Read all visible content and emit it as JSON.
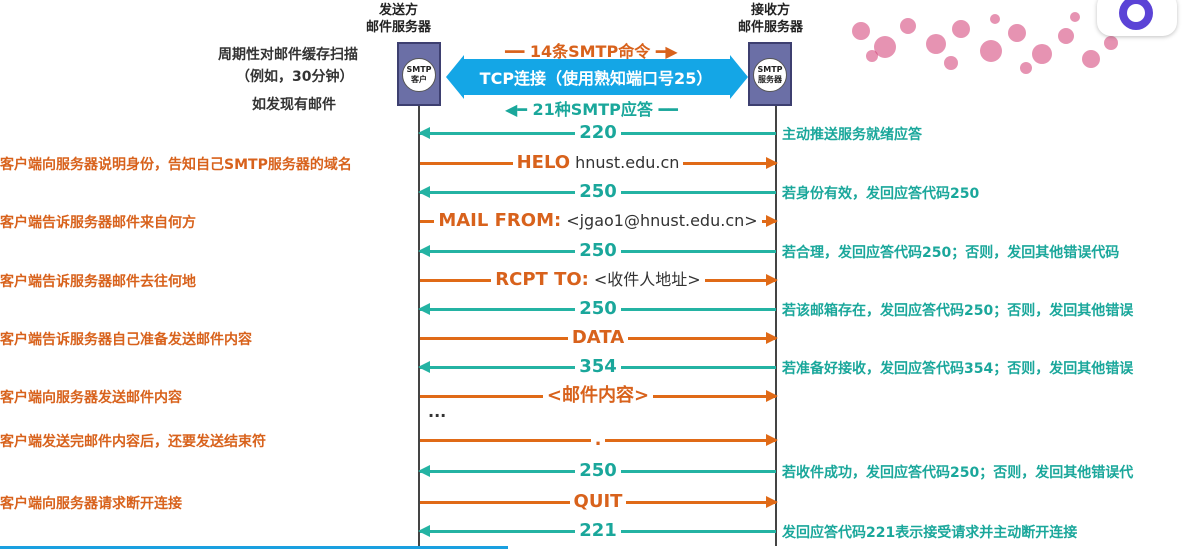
{
  "header": {
    "sender_title": "发送方\n邮件服务器",
    "receiver_title": "接收方\n邮件服务器",
    "note_scan": "周期性对邮件缓存扫描",
    "note_example": "（例如，30分钟）",
    "note_found": "如发现有邮件"
  },
  "servers": {
    "client_label": "SMTP\n客户",
    "server_label": "SMTP\n服务器"
  },
  "connection": {
    "commands": "14条SMTP命令",
    "tcp": "TCP连接（使用熟知端口号25）",
    "replies": "21种SMTP应答"
  },
  "messages": [
    {
      "dir": "left",
      "main": "220",
      "extra": "",
      "left_note": "",
      "right_note": "主动推送服务就绪应答"
    },
    {
      "dir": "right",
      "main": "HELO",
      "extra": "hnust.edu.cn",
      "left_note": "客户端向服务器说明身份，告知自己SMTP服务器的域名",
      "right_note": ""
    },
    {
      "dir": "left",
      "main": "250",
      "extra": "",
      "left_note": "",
      "right_note": "若身份有效，发回应答代码250"
    },
    {
      "dir": "right",
      "main": "MAIL FROM:",
      "extra": "<jgao1@hnust.edu.cn>",
      "left_note": "客户端告诉服务器邮件来自何方",
      "right_note": ""
    },
    {
      "dir": "left",
      "main": "250",
      "extra": "",
      "left_note": "",
      "right_note": "若合理，发回应答代码250；否则，发回其他错误代码"
    },
    {
      "dir": "right",
      "main": "RCPT TO:",
      "extra": "<收件人地址>",
      "left_note": "客户端告诉服务器邮件去往何地",
      "right_note": ""
    },
    {
      "dir": "left",
      "main": "250",
      "extra": "",
      "left_note": "",
      "right_note": "若该邮箱存在，发回应答代码250；否则，发回其他错误"
    },
    {
      "dir": "right",
      "main": "DATA",
      "extra": "",
      "left_note": "客户端告诉服务器自己准备发送邮件内容",
      "right_note": ""
    },
    {
      "dir": "left",
      "main": "354",
      "extra": "",
      "left_note": "",
      "right_note": "若准备好接收，发回应答代码354；否则，发回其他错误"
    },
    {
      "dir": "right",
      "main": "<邮件内容>",
      "extra": "",
      "left_note": "客户端向服务器发送邮件内容",
      "right_note": ""
    },
    {
      "dir": "right",
      "main": ".",
      "extra": "",
      "left_note": "客户端发送完邮件内容后，还要发送结束符",
      "right_note": ""
    },
    {
      "dir": "left",
      "main": "250",
      "extra": "",
      "left_note": "",
      "right_note": "若收件成功，发回应答代码250；否则，发回其他错误代"
    },
    {
      "dir": "right",
      "main": "QUIT",
      "extra": "",
      "left_note": "客户端向服务器请求断开连接",
      "right_note": ""
    },
    {
      "dir": "left",
      "main": "221",
      "extra": "",
      "left_note": "",
      "right_note": "发回应答代码221表示接受请求并主动断开连接"
    }
  ],
  "ellipsis": "...",
  "colors": {
    "reply": "#24b3a3",
    "command": "#e06a17",
    "tcp": "#14a6e6",
    "server": "#6b6fa6"
  }
}
